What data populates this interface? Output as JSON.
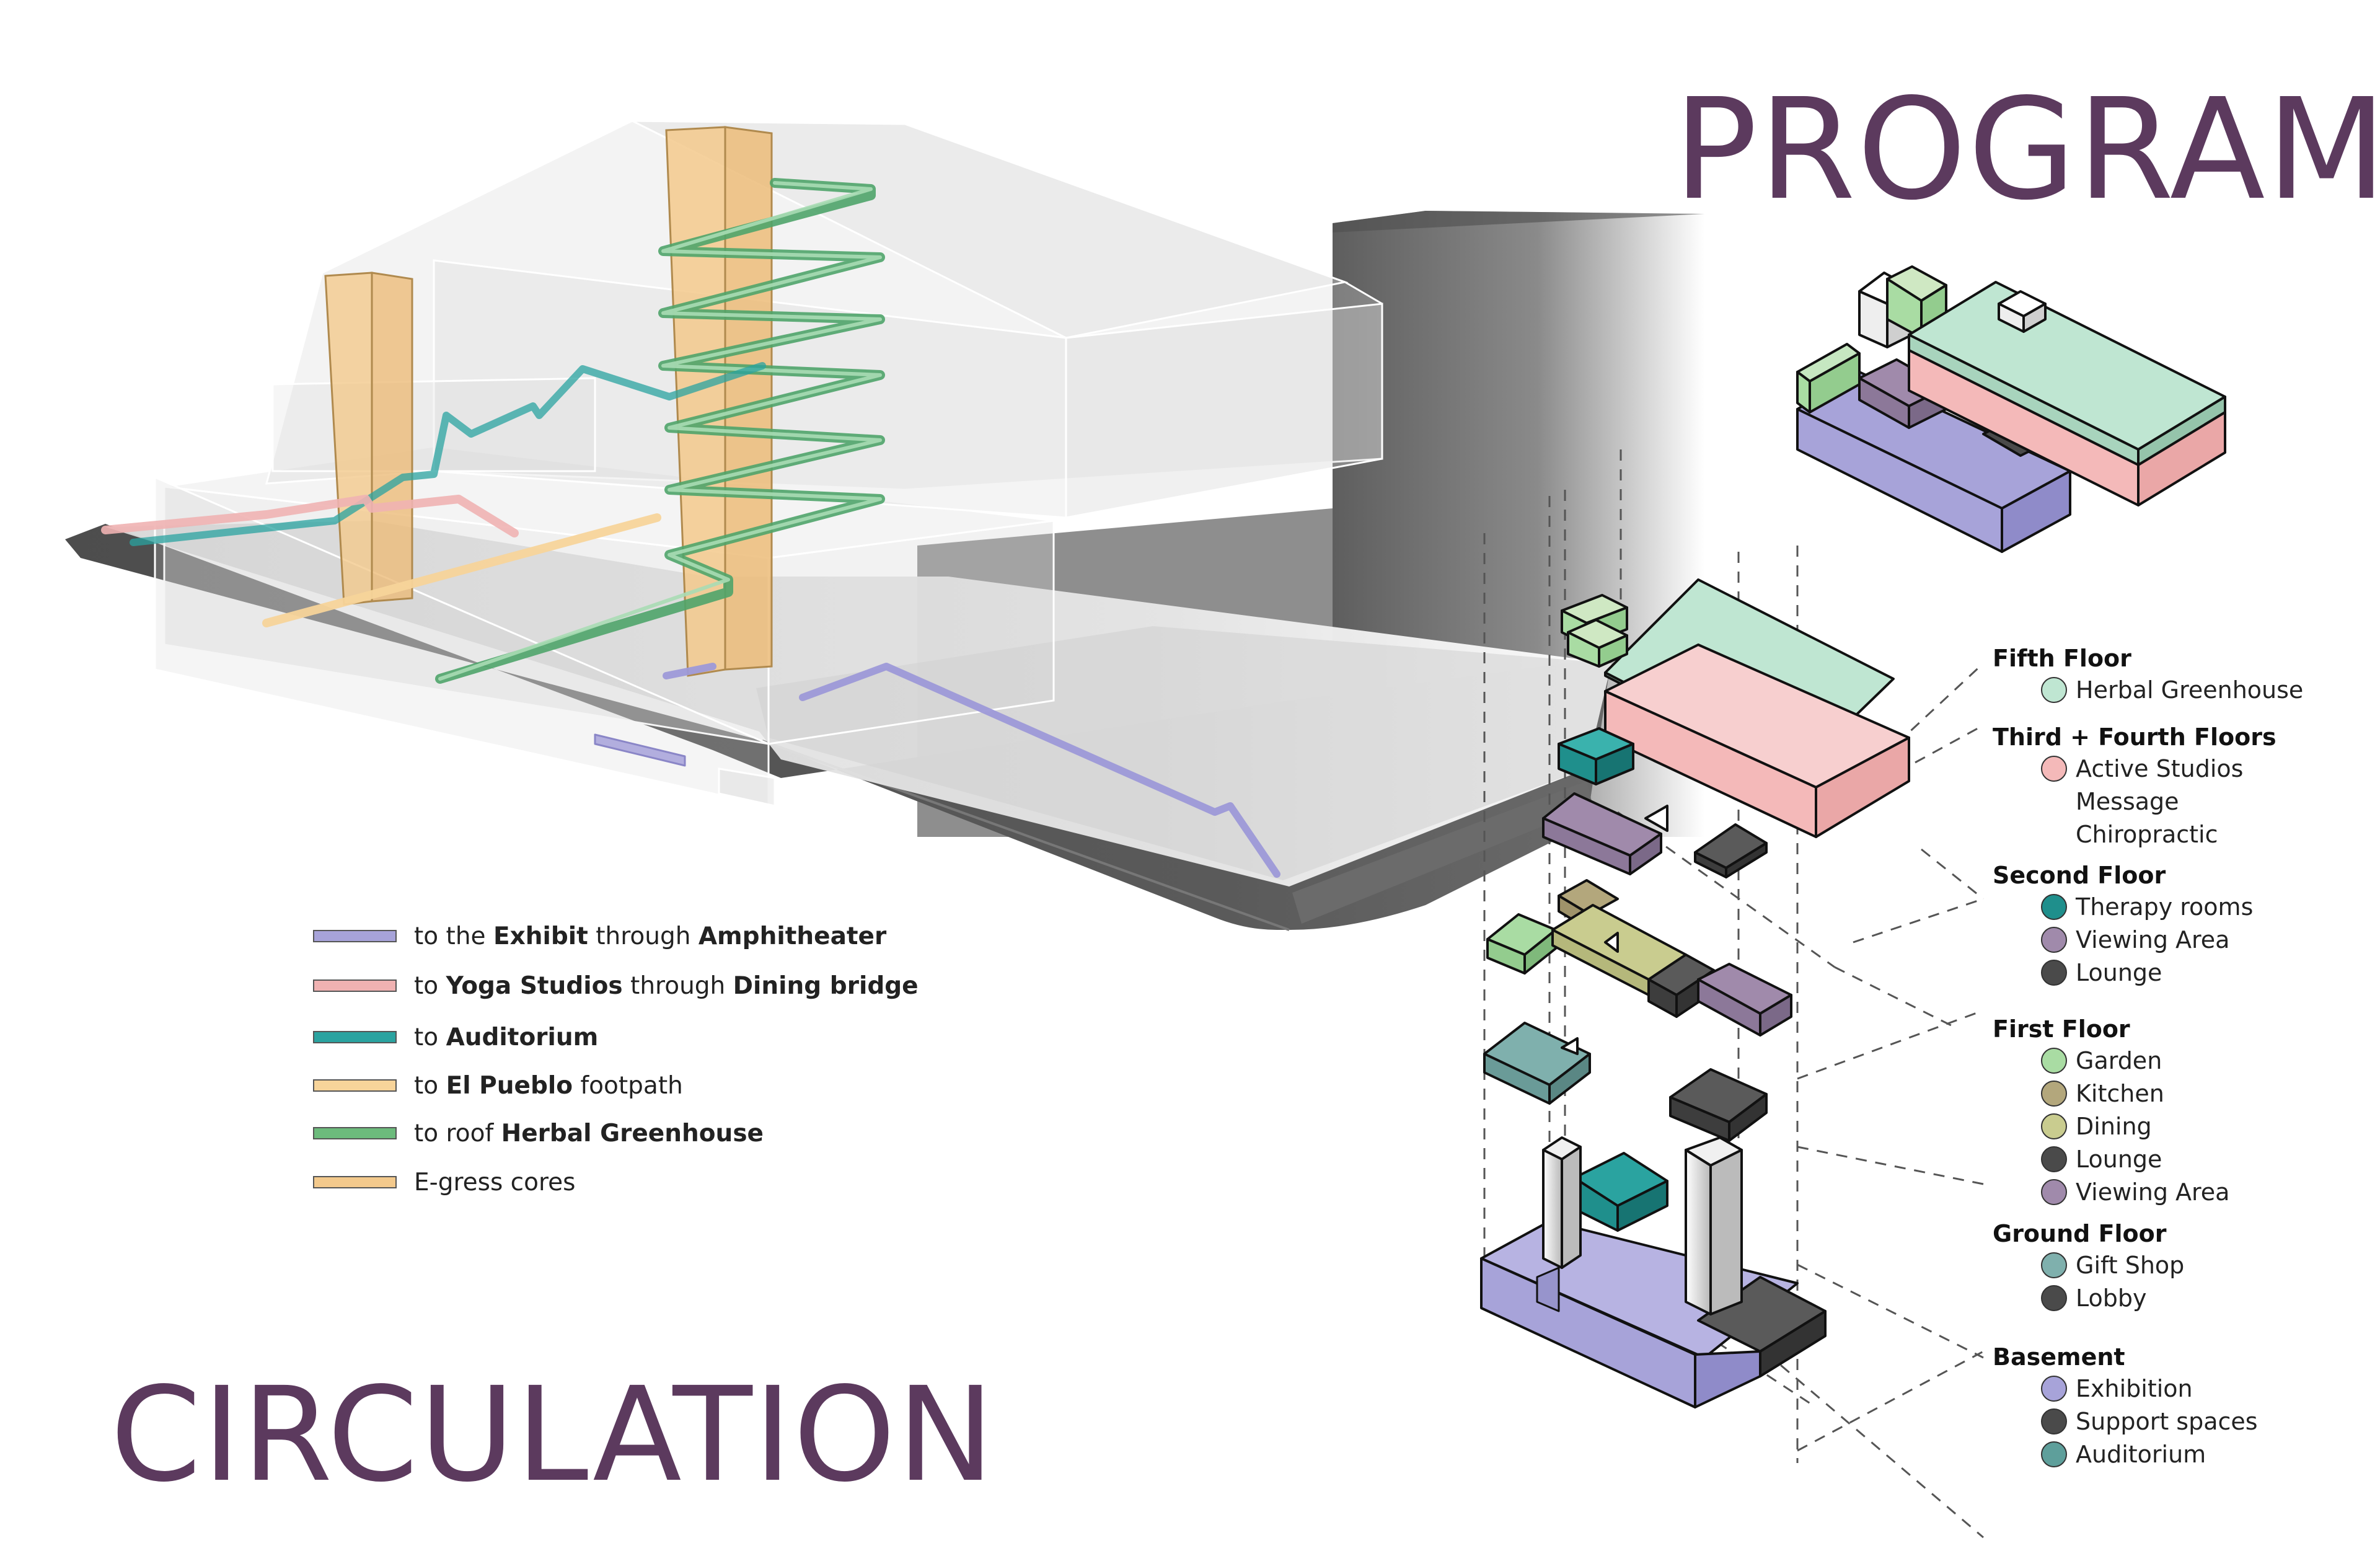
{
  "titles": {
    "program": "PROGRAM",
    "circulation": "CIRCULATION"
  },
  "circulation_legend": [
    {
      "prefix": "to the ",
      "bold1": "Exhibit",
      "mid": " through ",
      "bold2": "Amphitheater",
      "color": "#a7a3d9"
    },
    {
      "prefix": "to ",
      "bold1": "Yoga Studios",
      "mid": " through ",
      "bold2": "Dining bridge",
      "color": "#f0b2b2"
    },
    {
      "prefix": "to ",
      "bold1": "Auditorium",
      "mid": "",
      "bold2": "",
      "color": "#2aa3a0"
    },
    {
      "prefix": "to ",
      "bold1": "El Pueblo",
      "mid": " footpath",
      "bold2": "",
      "color": "#f7d49a"
    },
    {
      "prefix": "to roof ",
      "bold1": "Herbal Greenhouse",
      "mid": "",
      "bold2": "",
      "color": "#6cbb7c"
    },
    {
      "prefix": "E-gress cores",
      "bold1": "",
      "mid": "",
      "bold2": "",
      "color": "#f3c98c"
    }
  ],
  "program_legend": [
    {
      "floor": "Fifth Floor",
      "items": [
        {
          "label": "Herbal Greenhouse",
          "color": "#bfe6d2"
        }
      ]
    },
    {
      "floor": "Third + Fourth Floors",
      "items": [
        {
          "label": "Active Studios",
          "color": "#f4b9b9"
        },
        {
          "label": "Message",
          "color": ""
        },
        {
          "label": "Chiropractic",
          "color": ""
        }
      ]
    },
    {
      "floor": "Second Floor",
      "items": [
        {
          "label": "Therapy rooms",
          "color": "#1f8f8c"
        },
        {
          "label": "Viewing Area",
          "color": "#a08aab"
        },
        {
          "label": "Lounge",
          "color": "#4a4a4a"
        }
      ]
    },
    {
      "floor": "First Floor",
      "items": [
        {
          "label": "Garden",
          "color": "#a9dca3"
        },
        {
          "label": "Kitchen",
          "color": "#b3a77c"
        },
        {
          "label": "Dining",
          "color": "#c9cc8f"
        },
        {
          "label": "Lounge",
          "color": "#4a4a4a"
        },
        {
          "label": "Viewing Area",
          "color": "#a08aab"
        }
      ]
    },
    {
      "floor": "Ground Floor",
      "items": [
        {
          "label": "Gift Shop",
          "color": "#7fb0ad"
        },
        {
          "label": "Lobby",
          "color": "#4a4a4a"
        }
      ]
    },
    {
      "floor": "Basement",
      "items": [
        {
          "label": "Exhibition",
          "color": "#a7a3d9"
        },
        {
          "label": "Support spaces",
          "color": "#4a4a4a"
        },
        {
          "label": "Auditorium",
          "color": "#5e9f9b"
        }
      ]
    }
  ],
  "colors": {
    "title": "#5c3a5e",
    "road": "#5a5a5a",
    "ghost": "#dcdcdc",
    "ghost_edge": "#ffffff",
    "neighbor_dark": "#6a6a6a",
    "egress": "#f3c98c",
    "greenhouse": "#bfe6d2",
    "studios": "#f4b9b9",
    "exhibition": "#a7a3d9",
    "lounge": "#4a4a4a",
    "therapy": "#1f8f8c",
    "viewing": "#a08aab",
    "garden": "#a9dca3",
    "kitchen": "#b3a77c",
    "dining": "#c9cc8f",
    "giftshop": "#7fb0ad",
    "core": "#e6e6e6"
  }
}
